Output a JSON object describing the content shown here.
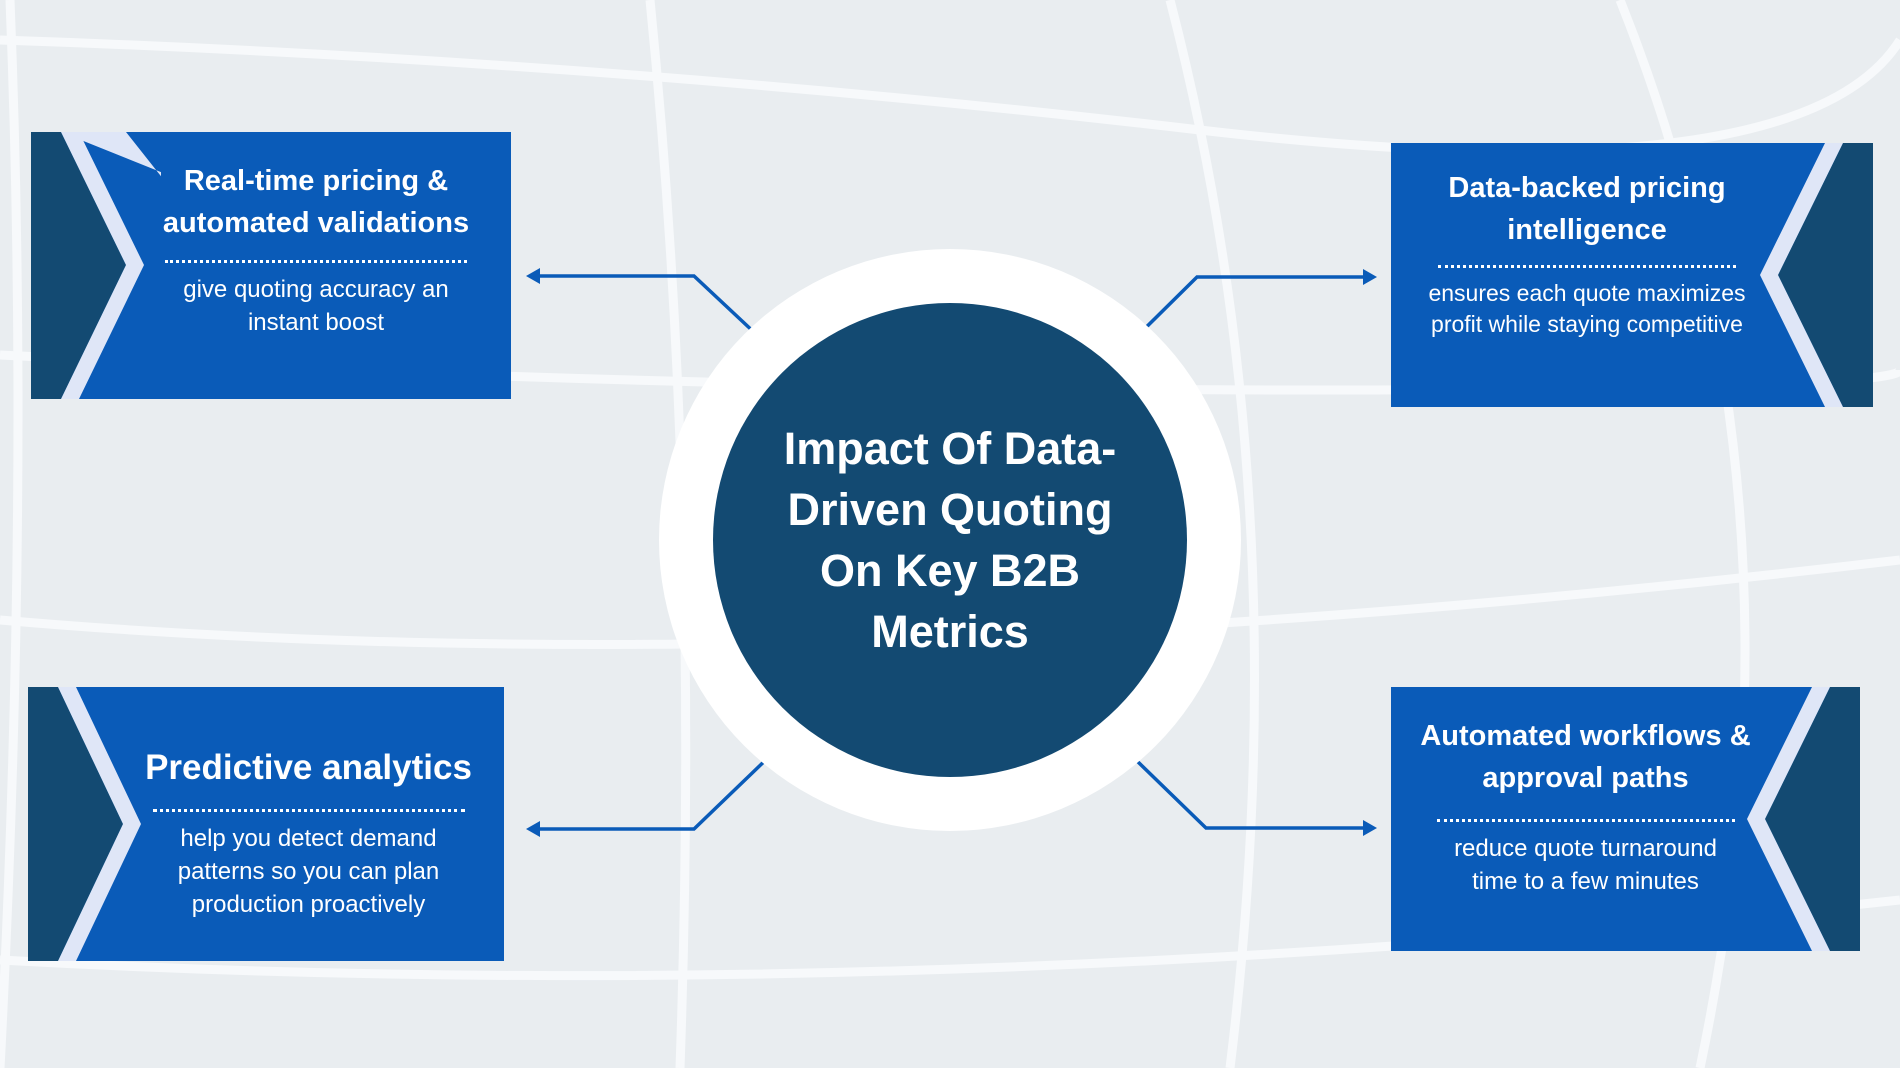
{
  "center": {
    "title": "Impact Of Data-Driven Quoting On Key B2B Metrics"
  },
  "cards": [
    {
      "title": "Real-time pricing & automated validations",
      "body": "give quoting accuracy an instant boost"
    },
    {
      "title": "Data-backed pricing intelligence",
      "body": "ensures each quote maximizes profit while staying competitive"
    },
    {
      "title": "Predictive analytics",
      "body": "help you detect demand patterns so you can plan production proactively"
    },
    {
      "title": "Automated workflows & approval paths",
      "body": "reduce quote turnaround time to a few minutes"
    }
  ],
  "colors": {
    "background": "#e9edf0",
    "card": "#0a5bb8",
    "dark": "#134a72",
    "stripe": "#dfe6f7",
    "connector": "#0a5bb8"
  }
}
